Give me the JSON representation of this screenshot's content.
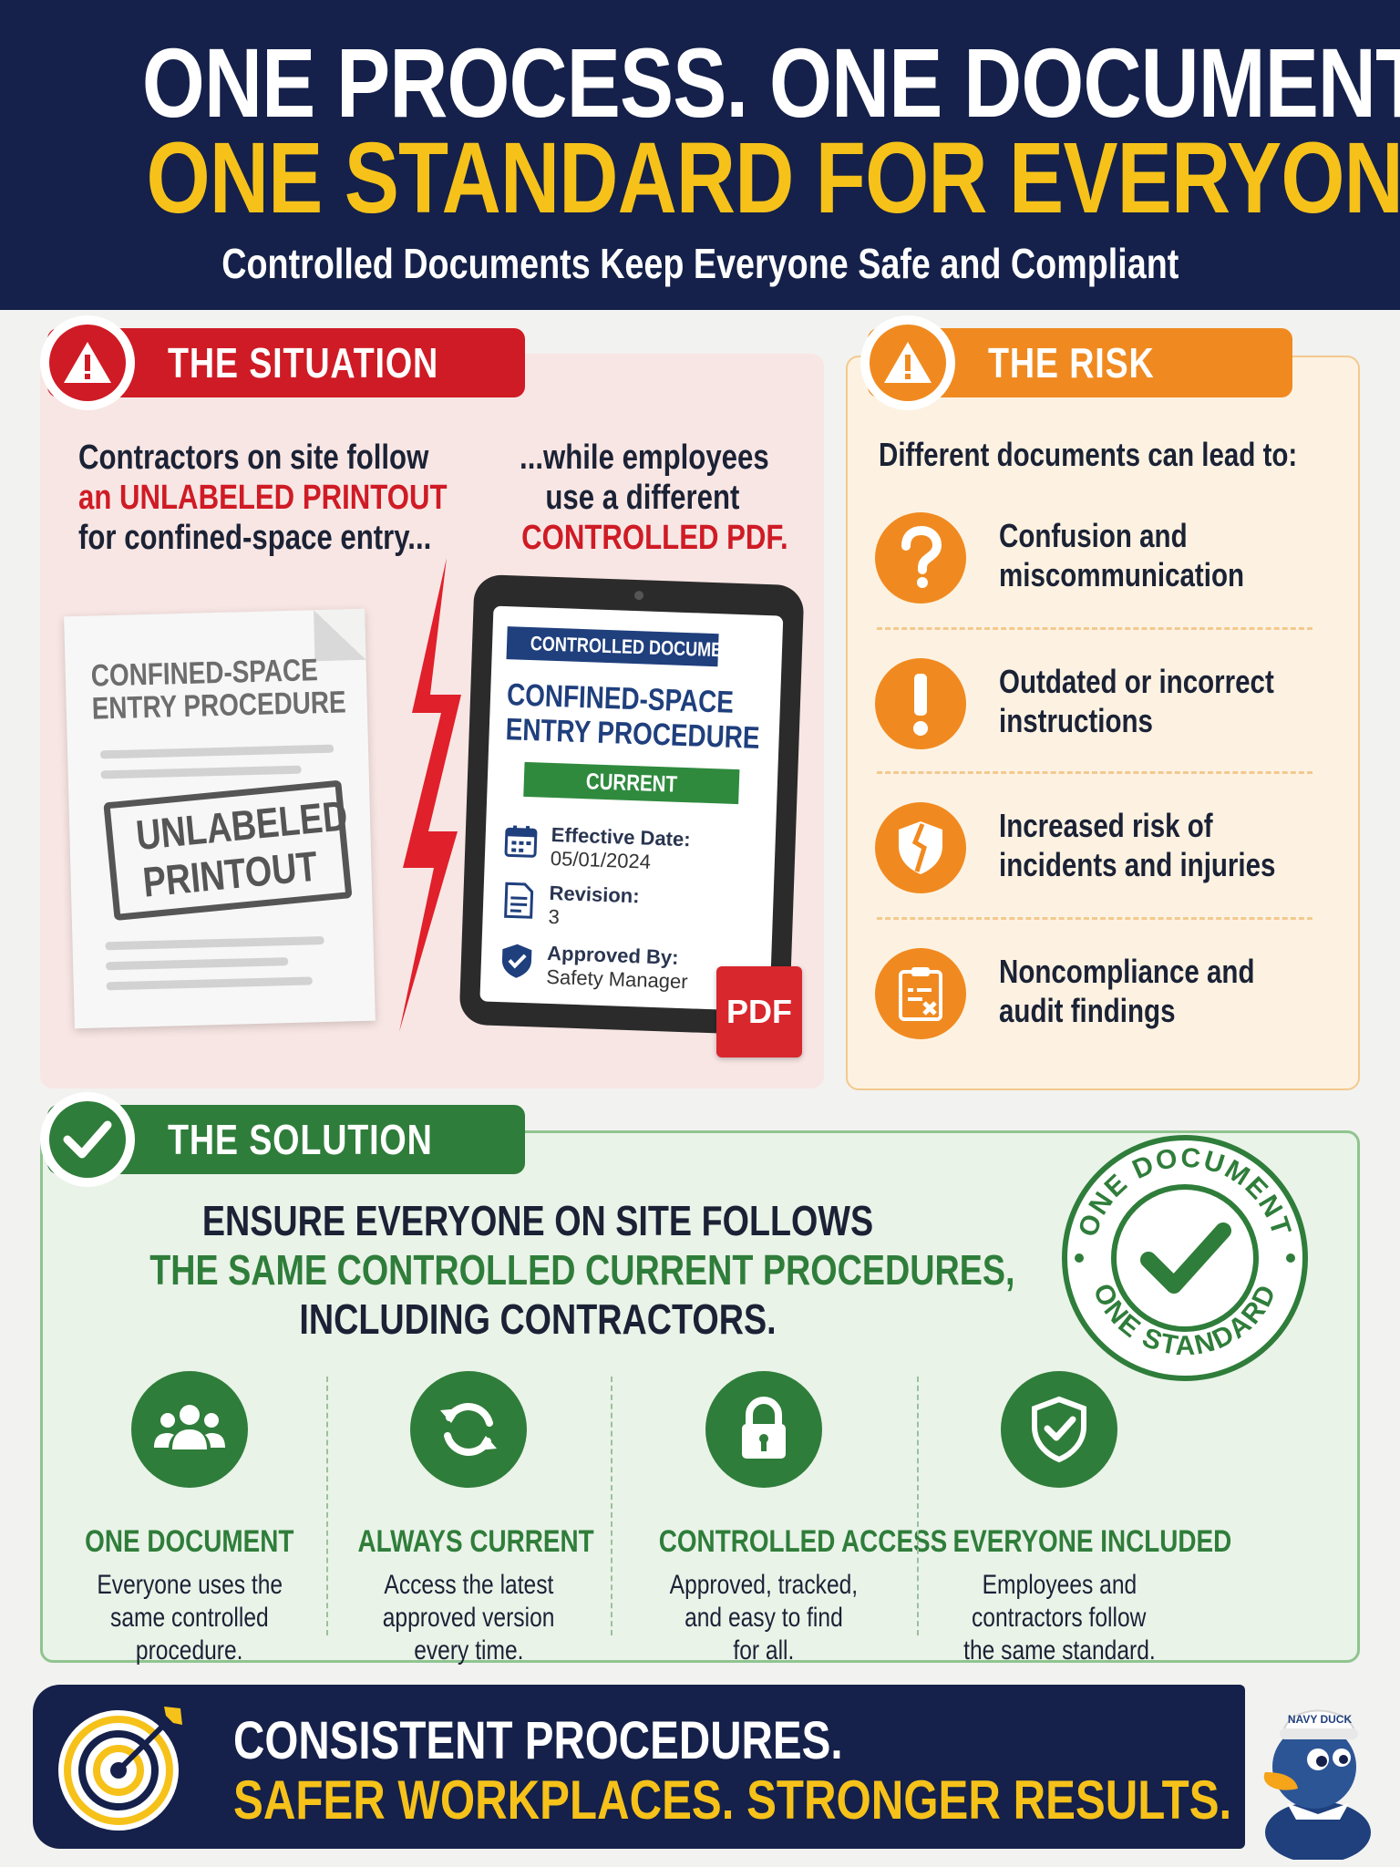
{
  "header": {
    "line1": "ONE PROCESS. ONE DOCUMENT.",
    "line2": "ONE STANDARD FOR EVERYONE.",
    "subtitle": "Controlled Documents Keep Everyone Safe and Compliant",
    "bg_color": "#15214a",
    "accent_color": "#f6c21a"
  },
  "situation": {
    "title": "THE SITUATION",
    "color": "#cf1b25",
    "left_text": {
      "line1": "Contractors on site follow",
      "highlight": "an UNLABELED PRINTOUT",
      "line3": "for confined-space entry..."
    },
    "right_text": {
      "line1": "...while employees",
      "line2": "use a different",
      "highlight": "CONTROLLED PDF."
    },
    "printout": {
      "title_line1": "CONFINED-SPACE",
      "title_line2": "ENTRY PROCEDURE",
      "stamp_line1": "UNLABELED",
      "stamp_line2": "PRINTOUT"
    },
    "tablet": {
      "header": "CONTROLLED DOCUMENT",
      "title_line1": "CONFINED-SPACE",
      "title_line2": "ENTRY PROCEDURE",
      "status": "CURRENT",
      "effective_label": "Effective Date:",
      "effective_value": "05/01/2024",
      "revision_label": "Revision:",
      "revision_value": "3",
      "approved_label": "Approved By:",
      "approved_value": "Safety Manager",
      "pdf_badge": "PDF"
    }
  },
  "risk": {
    "title": "THE RISK",
    "color": "#f08a20",
    "intro": "Different documents can lead to:",
    "items": [
      {
        "icon": "question-icon",
        "line1": "Confusion and",
        "line2": "miscommunication"
      },
      {
        "icon": "exclamation-icon",
        "line1": "Outdated or incorrect",
        "line2": "instructions"
      },
      {
        "icon": "broken-shield-icon",
        "line1": "Increased risk of",
        "line2": "incidents and injuries"
      },
      {
        "icon": "audit-clipboard-icon",
        "line1": "Noncompliance and",
        "line2": "audit findings"
      }
    ]
  },
  "solution": {
    "title": "THE SOLUTION",
    "color": "#2f7d3a",
    "line1": "ENSURE EVERYONE ON SITE FOLLOWS",
    "line2": "THE SAME CONTROLLED CURRENT PROCEDURES,",
    "line3": "INCLUDING CONTRACTORS.",
    "seal": {
      "top_text": "ONE DOCUMENT",
      "bottom_text": "ONE STANDARD"
    },
    "features": [
      {
        "icon": "users-icon",
        "title": "ONE DOCUMENT",
        "desc1": "Everyone uses the",
        "desc2": "same controlled",
        "desc3": "procedure."
      },
      {
        "icon": "refresh-icon",
        "title": "ALWAYS CURRENT",
        "desc1": "Access the latest",
        "desc2": "approved version",
        "desc3": "every time."
      },
      {
        "icon": "lock-icon",
        "title": "CONTROLLED ACCESS",
        "desc1": "Approved, tracked,",
        "desc2": "and easy to find",
        "desc3": "for all."
      },
      {
        "icon": "shield-check-icon",
        "title": "EVERYONE INCLUDED",
        "desc1": "Employees and",
        "desc2": "contractors follow",
        "desc3": "the same standard."
      }
    ]
  },
  "footer": {
    "line1": "CONSISTENT PROCEDURES.",
    "line2": "SAFER WORKPLACES. STRONGER RESULTS.",
    "mascot_hat": "NAVY DUCK"
  }
}
